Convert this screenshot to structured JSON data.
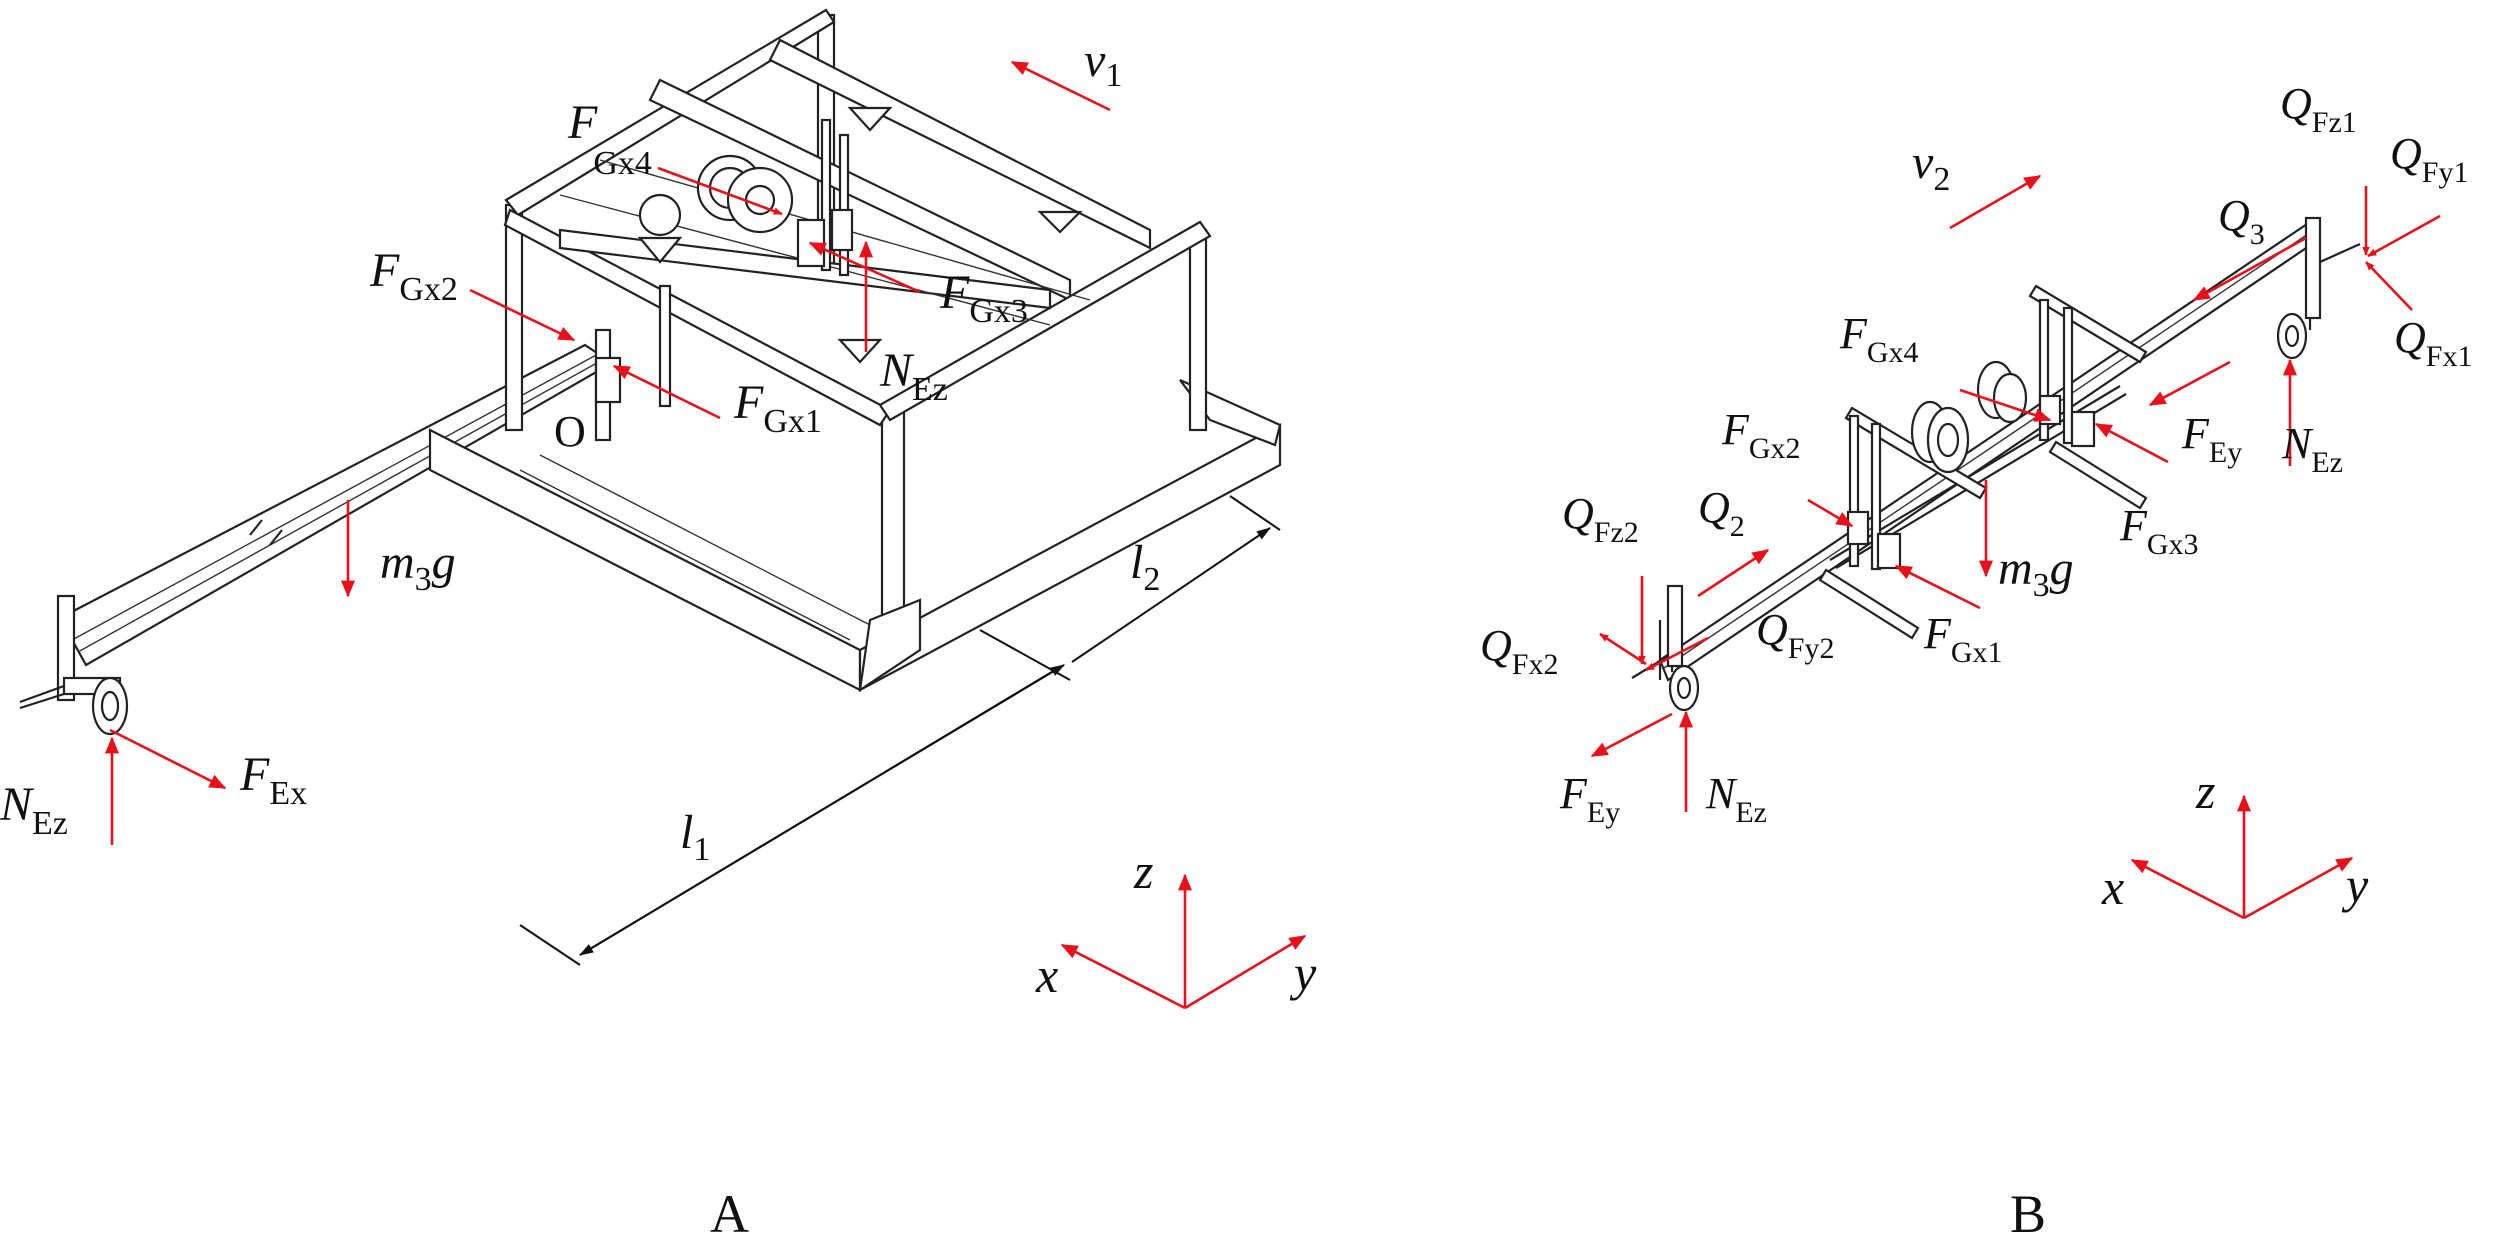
{
  "colors": {
    "force": "#e8101a",
    "line": "#222222",
    "background": "#ffffff"
  },
  "panels": [
    {
      "caption": "A"
    },
    {
      "caption": "B"
    }
  ],
  "panel_a": {
    "labels": [
      {
        "id": "v1",
        "main": "v",
        "sub": "1"
      },
      {
        "id": "fgx4",
        "main": "F",
        "sub": "Gx4"
      },
      {
        "id": "fgx2",
        "main": "F",
        "sub": "Gx2"
      },
      {
        "id": "fgx3",
        "main": "F",
        "sub": "Gx3"
      },
      {
        "id": "nez_top",
        "main": "N",
        "sub": "Ez"
      },
      {
        "id": "fgx1",
        "main": "F",
        "sub": "Gx1"
      },
      {
        "id": "origin",
        "main": "O",
        "sub": ""
      },
      {
        "id": "m3g",
        "main": "m",
        "sub": "3",
        "tail": "g"
      },
      {
        "id": "l2",
        "main": "l",
        "sub": "2"
      },
      {
        "id": "l1",
        "main": "l",
        "sub": "1"
      },
      {
        "id": "fex",
        "main": "F",
        "sub": "Ex"
      },
      {
        "id": "nez",
        "main": "N",
        "sub": "Ez"
      }
    ],
    "axes": {
      "x": "x",
      "y": "y",
      "z": "z"
    }
  },
  "panel_b": {
    "labels": [
      {
        "id": "v2",
        "main": "v",
        "sub": "2"
      },
      {
        "id": "qfz1",
        "main": "Q",
        "sub": "Fz1"
      },
      {
        "id": "qfy1",
        "main": "Q",
        "sub": "Fy1"
      },
      {
        "id": "q3",
        "main": "Q",
        "sub": "3"
      },
      {
        "id": "qfx1",
        "main": "Q",
        "sub": "Fx1"
      },
      {
        "id": "fgx4",
        "main": "F",
        "sub": "Gx4"
      },
      {
        "id": "fey_right",
        "main": "F",
        "sub": "Ey"
      },
      {
        "id": "nez_right",
        "main": "N",
        "sub": "Ez"
      },
      {
        "id": "fgx2",
        "main": "F",
        "sub": "Gx2"
      },
      {
        "id": "fgx3",
        "main": "F",
        "sub": "Gx3"
      },
      {
        "id": "qfz2",
        "main": "Q",
        "sub": "Fz2"
      },
      {
        "id": "q2",
        "main": "Q",
        "sub": "2"
      },
      {
        "id": "m3g",
        "main": "m",
        "sub": "3",
        "tail": "g"
      },
      {
        "id": "qfx2",
        "main": "Q",
        "sub": "Fx2"
      },
      {
        "id": "qfy2",
        "main": "Q",
        "sub": "Fy2"
      },
      {
        "id": "fgx1",
        "main": "F",
        "sub": "Gx1"
      },
      {
        "id": "fey_left",
        "main": "F",
        "sub": "Ey"
      },
      {
        "id": "nez_left",
        "main": "N",
        "sub": "Ez"
      }
    ],
    "axes": {
      "x": "x",
      "y": "y",
      "z": "z"
    }
  }
}
